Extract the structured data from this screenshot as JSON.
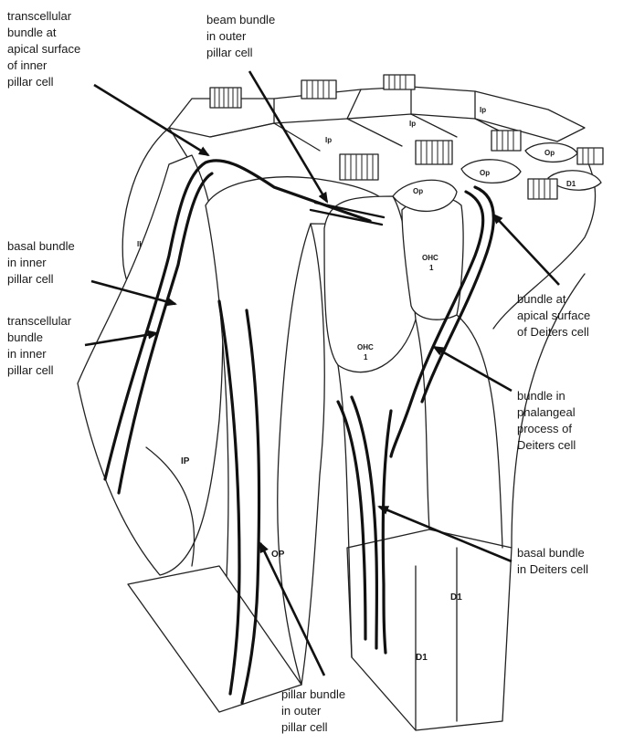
{
  "labels": {
    "transcellular_apical": [
      "transcellular",
      "bundle at",
      "apical surface",
      "of  inner",
      "pillar cell"
    ],
    "beam_bundle": [
      "beam bundle",
      "in  outer",
      "pillar cell"
    ],
    "basal_inner": [
      "basal bundle",
      "in  inner",
      "pillar cell"
    ],
    "transcellular_inner": [
      "transcellular",
      "bundle",
      "in  inner",
      "pillar cell"
    ],
    "bundle_apical_deiters": [
      "bundle at",
      "apical surface",
      "of  Deiters cell"
    ],
    "bundle_phalangeal": [
      "bundle in",
      "phalangeal",
      "process of",
      "Deiters cell"
    ],
    "basal_deiters": [
      "basal bundle",
      "in Deiters cell"
    ],
    "pillar_bundle_outer": [
      "pillar bundle",
      "in  outer",
      "pillar cell"
    ]
  },
  "cell_labels": {
    "ihc": "IHC",
    "ip": "IP",
    "op": "OP",
    "ohc1_large": [
      "OHC",
      "1"
    ],
    "ohc1_small": [
      "OHC",
      "1"
    ],
    "d1_lower": "D1",
    "d1_right": "D1",
    "d1_top": "D1",
    "ip_top_a": "Ip",
    "ip_top_b": "Ip",
    "ip_top_c": "Ip",
    "op_top_a": "Op",
    "op_top_b": "Op",
    "op_top_c": "Op"
  }
}
